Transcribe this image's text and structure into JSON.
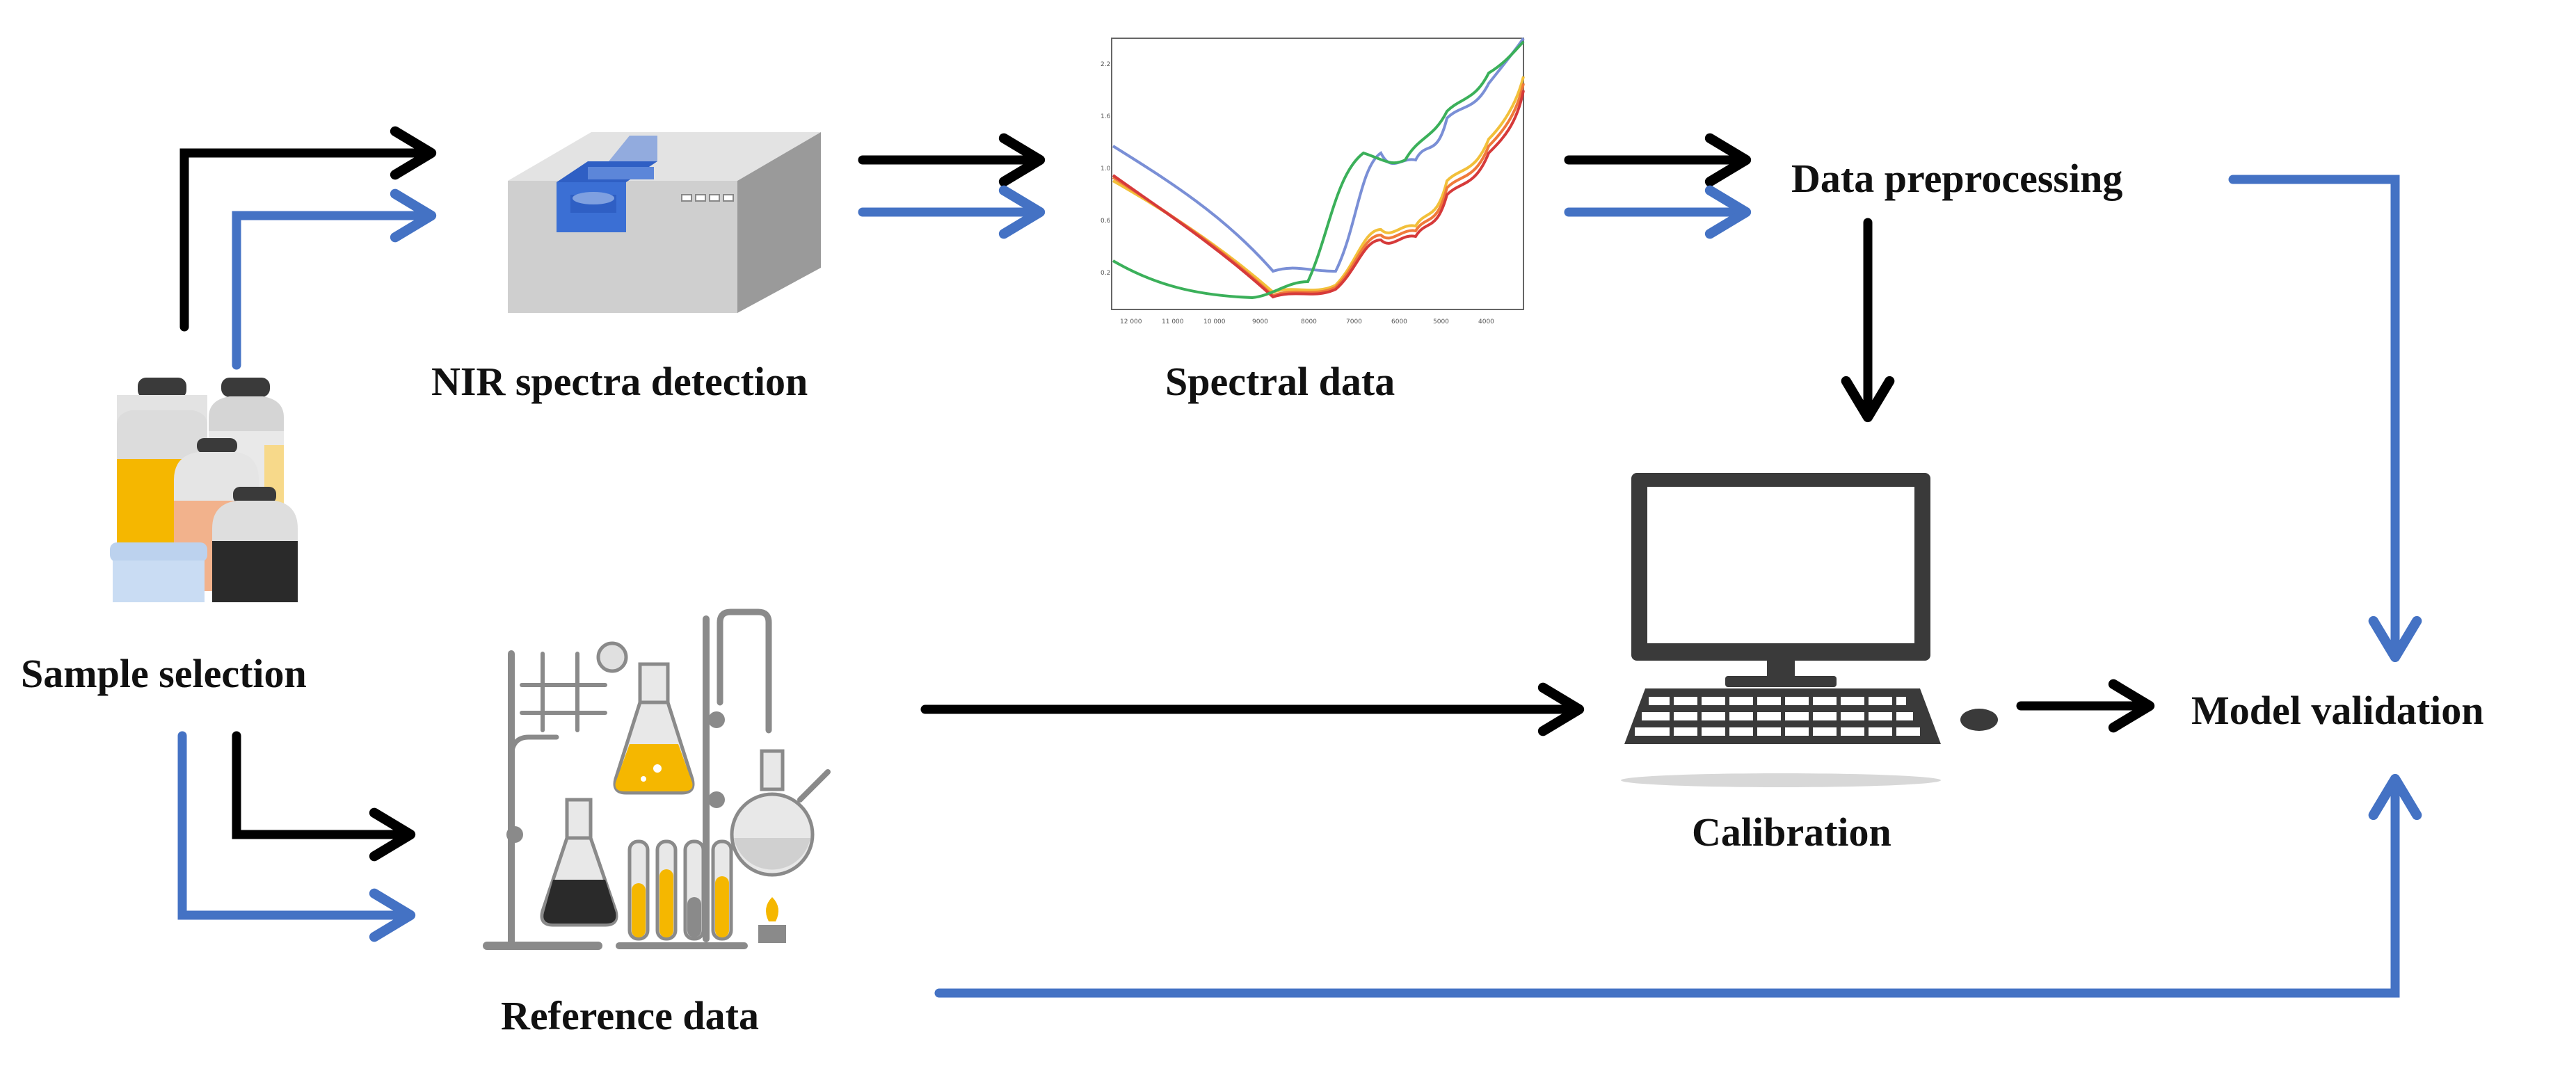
{
  "labels": {
    "sample_selection": "Sample selection",
    "nir_detection": "NIR spectra detection",
    "spectral_data": "Spectral data",
    "data_preprocessing": "Data preprocessing",
    "calibration": "Calibration",
    "model_validation": "Model validation",
    "reference_data": "Reference data"
  },
  "colors": {
    "black_flow": "#000000",
    "blue_flow": "#4472c4",
    "instrument_body": "#cfcfcf",
    "instrument_blue": "#3b6fd4",
    "bottle_yellow": "#f5b700",
    "bottle_dark": "#2a2a2a",
    "bottle_peach": "#f2b28c",
    "bottle_cap_blue": "#b9d0ee",
    "computer": "#3a3a3a",
    "lab_gray": "#8a8a8a",
    "lab_yellow": "#f5b700"
  },
  "icons": [
    "bottles-icon",
    "nir-spectrometer-icon",
    "spectrum-chart-icon",
    "computer-icon",
    "lab-glassware-icon"
  ]
}
